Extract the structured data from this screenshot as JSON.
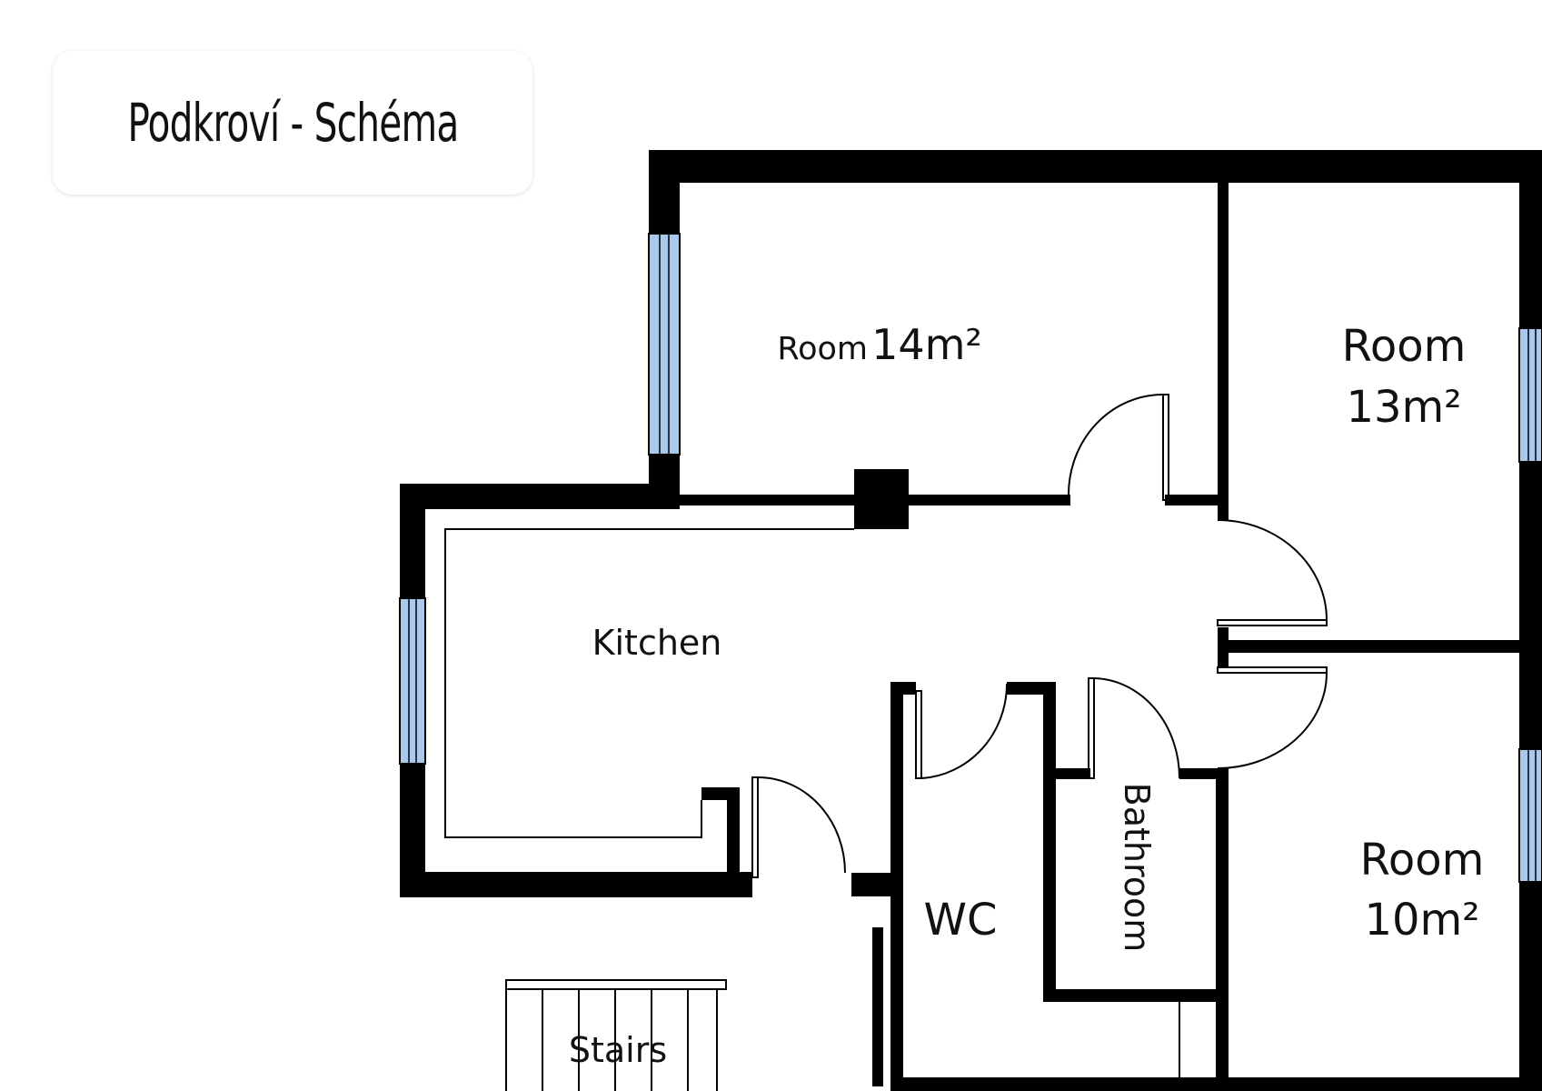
{
  "title": "Podkroví - Schéma",
  "rooms": {
    "room_top": {
      "label": "Room",
      "area": "14m²"
    },
    "room_right_top": {
      "label": "Room",
      "area": "13m²"
    },
    "room_right_bottom": {
      "label": "Room",
      "area": "10m²"
    },
    "kitchen": {
      "label": "Kitchen"
    },
    "wc": {
      "label": "WC"
    },
    "bathroom": {
      "label": "Bathroom"
    },
    "stairs": {
      "label": "Stairs"
    }
  },
  "colors": {
    "wall": "#000000",
    "window": "#a9c8ec"
  }
}
